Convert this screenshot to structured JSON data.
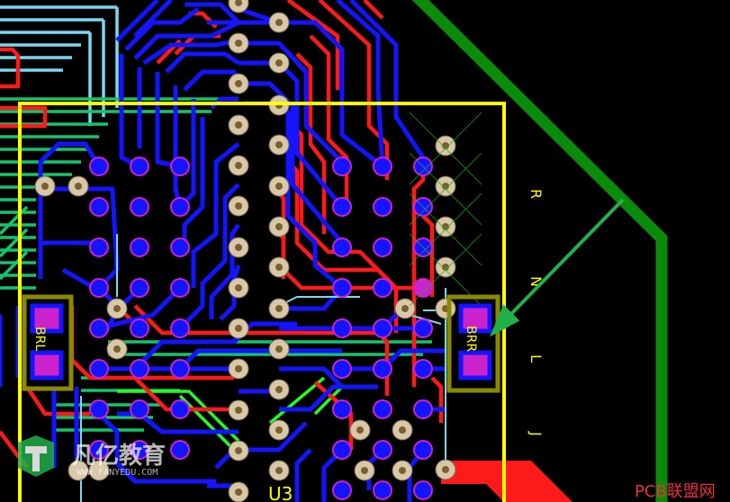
{
  "board": {
    "component_label": "U3",
    "left_pad_label": "BRL",
    "right_pad_label": "BRR",
    "silk_letters": [
      "R",
      "N",
      "L",
      "J"
    ]
  },
  "watermark": {
    "brand_cn": "凡亿教育",
    "brand_url": "WWW.FANYEDU.COM",
    "corner_text": "PCB联盟网"
  },
  "colors": {
    "background": "#000000",
    "top_copper": "#ff1a1a",
    "bottom_copper": "#1414ff",
    "inner_green": "#14c46c",
    "inner_cyan": "#7ad8f0",
    "silkscreen": "#ffff00",
    "board_outline": "#0a8c0a",
    "via": "#d8c8a8",
    "pad": "#cc22cc",
    "annotation_arrow": "#22b04a"
  }
}
